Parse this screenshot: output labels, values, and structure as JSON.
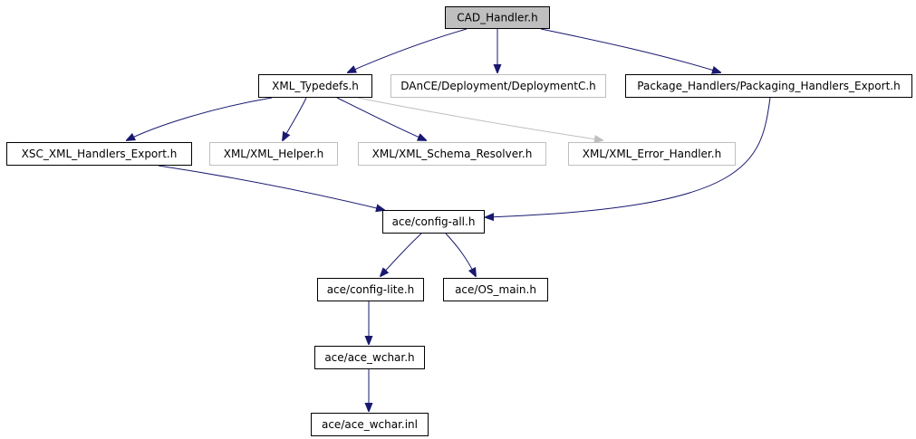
{
  "diagram": {
    "nodes": [
      {
        "id": "cad",
        "label": "CAD_Handler.h",
        "style": "root"
      },
      {
        "id": "xmltd",
        "label": "XML_Typedefs.h",
        "style": "normal"
      },
      {
        "id": "dance",
        "label": "DAnCE/Deployment/DeploymentC.h",
        "style": "grey"
      },
      {
        "id": "pkg",
        "label": "Package_Handlers/Packaging_Handlers_Export.h",
        "style": "normal"
      },
      {
        "id": "xsc",
        "label": "XSC_XML_Handlers_Export.h",
        "style": "normal"
      },
      {
        "id": "helper",
        "label": "XML/XML_Helper.h",
        "style": "grey"
      },
      {
        "id": "resolver",
        "label": "XML/XML_Schema_Resolver.h",
        "style": "grey"
      },
      {
        "id": "errh",
        "label": "XML/XML_Error_Handler.h",
        "style": "grey"
      },
      {
        "id": "cfgall",
        "label": "ace/config-all.h",
        "style": "normal"
      },
      {
        "id": "cfglite",
        "label": "ace/config-lite.h",
        "style": "normal"
      },
      {
        "id": "osmain",
        "label": "ace/OS_main.h",
        "style": "normal"
      },
      {
        "id": "wchar",
        "label": "ace/ace_wchar.h",
        "style": "normal"
      },
      {
        "id": "wcharinl",
        "label": "ace/ace_wchar.inl",
        "style": "normal"
      }
    ],
    "edges": [
      {
        "from": "cad",
        "to": "xmltd",
        "style": "normal"
      },
      {
        "from": "cad",
        "to": "dance",
        "style": "normal"
      },
      {
        "from": "cad",
        "to": "pkg",
        "style": "normal"
      },
      {
        "from": "xmltd",
        "to": "xsc",
        "style": "normal"
      },
      {
        "from": "xmltd",
        "to": "helper",
        "style": "normal"
      },
      {
        "from": "xmltd",
        "to": "resolver",
        "style": "normal"
      },
      {
        "from": "xmltd",
        "to": "errh",
        "style": "grey"
      },
      {
        "from": "xsc",
        "to": "cfgall",
        "style": "normal"
      },
      {
        "from": "pkg",
        "to": "cfgall",
        "style": "normal"
      },
      {
        "from": "cfgall",
        "to": "cfglite",
        "style": "normal"
      },
      {
        "from": "cfgall",
        "to": "osmain",
        "style": "normal"
      },
      {
        "from": "cfglite",
        "to": "wchar",
        "style": "normal"
      },
      {
        "from": "wchar",
        "to": "wcharinl",
        "style": "normal"
      }
    ]
  }
}
